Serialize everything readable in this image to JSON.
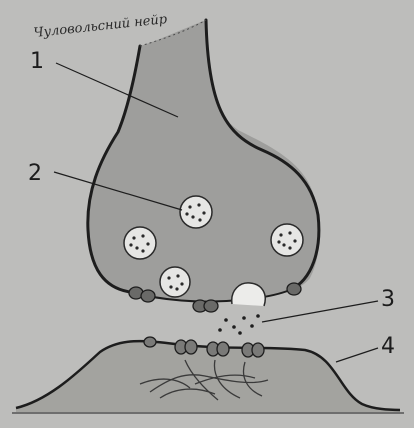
{
  "labels": {
    "l1": "1",
    "l2": "2",
    "l3": "3",
    "l4": "4"
  },
  "handwritten_note": "Чуловольсний нейр",
  "colors": {
    "background": "#bdbdbb",
    "terminal_fill": "#9e9e9c",
    "dendrite_fill": "#a3a39f",
    "outline": "#1d1d1d"
  }
}
